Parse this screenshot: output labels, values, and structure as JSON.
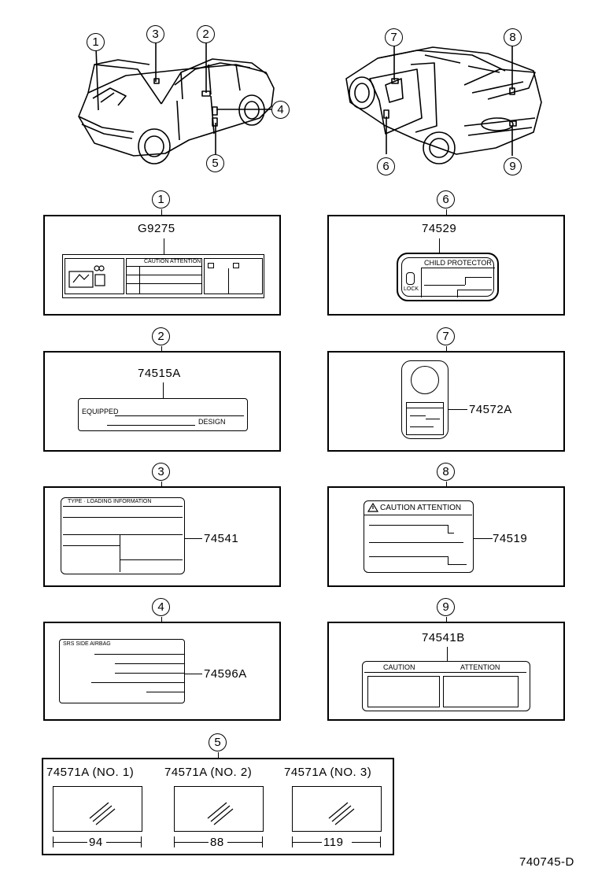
{
  "callouts": [
    "1",
    "2",
    "3",
    "4",
    "5",
    "6",
    "7",
    "8",
    "9"
  ],
  "labels": {
    "l1": {
      "num": "1",
      "part": "G9275",
      "caution_text": "CAUTION ATTENTION"
    },
    "l2": {
      "num": "2",
      "part": "74515A",
      "equipped": "EQUIPPED",
      "design": "DESIGN"
    },
    "l3": {
      "num": "3",
      "part": "74541",
      "header": "TYPE · LOADING INFORMATION"
    },
    "l4": {
      "num": "4",
      "part": "74596A",
      "header": "SRS SIDE AIRBAG"
    },
    "l5": {
      "num": "5",
      "items": [
        {
          "part": "74571A (NO. 1)",
          "size": "94"
        },
        {
          "part": "74571A (NO. 2)",
          "size": "88"
        },
        {
          "part": "74571A (NO. 3)",
          "size": "119"
        }
      ]
    },
    "l6": {
      "num": "6",
      "part": "74529",
      "header": "CHILD PROTECTOR",
      "lock": "LOCK"
    },
    "l7": {
      "num": "7",
      "part": "74572A"
    },
    "l8": {
      "num": "8",
      "part": "74519",
      "header": "CAUTION ATTENTION"
    },
    "l9": {
      "num": "9",
      "part": "74541B",
      "left": "CAUTION",
      "right": "ATTENTION"
    }
  },
  "diagram_code": "740745-D"
}
